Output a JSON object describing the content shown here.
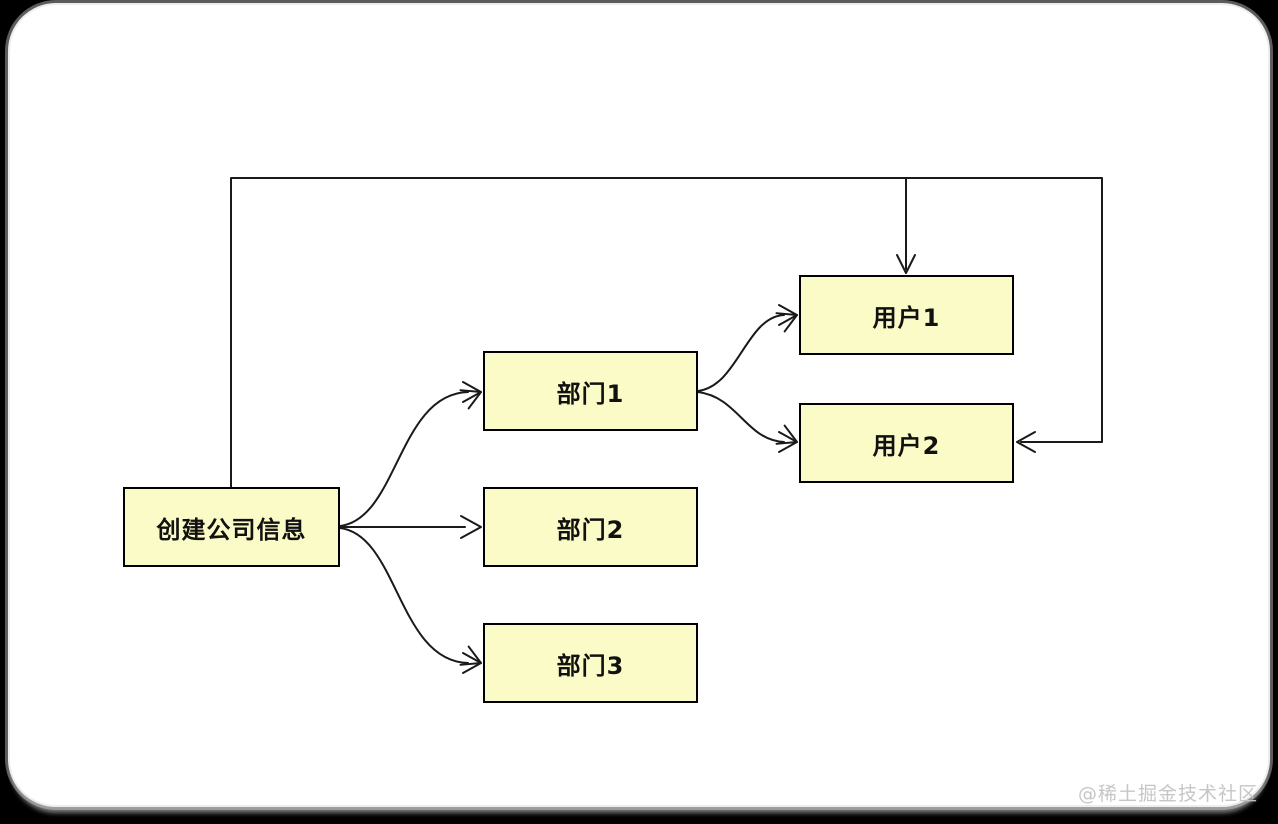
{
  "frame": {
    "background_color": "#000000",
    "canvas_color": "#ffffff"
  },
  "diagram": {
    "node_fill_color": "#fbfbc8",
    "node_border_color": "#000000",
    "connector_color": "#1a1a1a",
    "nodes": [
      {
        "id": "create-company",
        "label": "创建公司信息"
      },
      {
        "id": "dept-1",
        "label": "部门1"
      },
      {
        "id": "dept-2",
        "label": "部门2"
      },
      {
        "id": "dept-3",
        "label": "部门3"
      },
      {
        "id": "user-1",
        "label": "用户1"
      },
      {
        "id": "user-2",
        "label": "用户2"
      }
    ],
    "edges": [
      {
        "from": "create-company",
        "to": "dept-1",
        "style": "curved",
        "arrow": "open-chevron"
      },
      {
        "from": "create-company",
        "to": "dept-2",
        "style": "straight",
        "arrow": "open-chevron"
      },
      {
        "from": "create-company",
        "to": "dept-3",
        "style": "curved",
        "arrow": "open-chevron"
      },
      {
        "from": "dept-1",
        "to": "user-1",
        "style": "curved",
        "arrow": "open-chevron"
      },
      {
        "from": "dept-1",
        "to": "user-2",
        "style": "curved",
        "arrow": "open-chevron"
      },
      {
        "from": "create-company",
        "to": "user-1",
        "style": "orthogonal-top",
        "arrow": "open-chevron"
      },
      {
        "from": "create-company",
        "to": "user-2",
        "style": "orthogonal-right",
        "arrow": "open-chevron"
      }
    ]
  },
  "watermark": {
    "text": "@稀土掘金技术社区",
    "color": "#c3c3c3"
  }
}
